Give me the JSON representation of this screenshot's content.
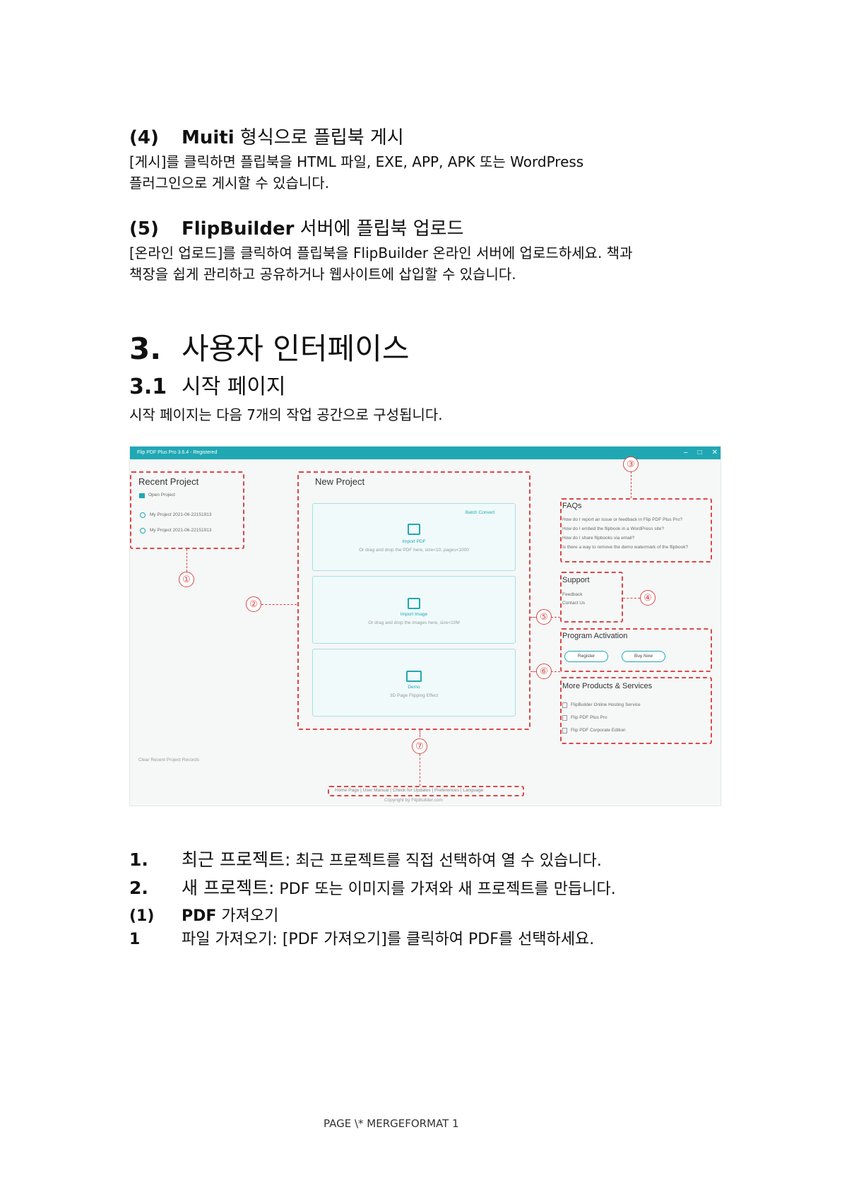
{
  "section4": {
    "number": "(4)",
    "title_bold": "Muiti",
    "title_rest": " 형식으로 플립북 게시",
    "para_line1": "[게시]를 클릭하면 플립북을 HTML 파일, EXE, APP, APK 또는 WordPress",
    "para_line2": "플러그인으로 게시할 수 있습니다."
  },
  "section5": {
    "number": "(5)",
    "title_bold": "FlipBuilder",
    "title_rest": " 서버에 플립북 업로드",
    "para_line1": "[온라인 업로드]를 클릭하여 플립북을 FlipBuilder 온라인 서버에 업로드하세요. 책과",
    "para_line2": "책장을 쉽게 관리하고 공유하거나 웹사이트에 삽입할 수 있습니다."
  },
  "chapter": {
    "number": "3.",
    "title": "사용자 인터페이스"
  },
  "subsection": {
    "number": "3.1",
    "title": "시작 페이지",
    "intro": "시작 페이지는 다음 7개의 작업 공간으로 구성됩니다."
  },
  "screenshot": {
    "window_title": "Flip PDF Plus Pro 3.6.4 - Registered",
    "win_buttons": [
      "–",
      "□",
      "✕"
    ],
    "recent": {
      "title": "Recent Project",
      "open": "Open Project",
      "items": [
        "My Project 2021-06-22151913",
        "My Project 2021-06-22151913"
      ],
      "clear": "Clear Recent Project Records"
    },
    "new_project": {
      "title": "New Project",
      "batch": "Batch Convert",
      "import_pdf": "Import PDF",
      "import_pdf_hint": "Or drag and drop the PDF here, size<10, pages<1000",
      "import_image": "Import Image",
      "import_image_hint": "Or drag and drop the images here, size<10M",
      "demo": "Demo",
      "demo_hint": "3D Page Flipping Effect"
    },
    "faqs": {
      "title": "FAQs",
      "items": [
        "How do I report an issue or feedback in Flip PDF Plus Pro?",
        "How do I embed the flipbook in a WordPress site?",
        "How do I share flipbooks via email?",
        "Is there a way to remove the demo watermark of the flipbook?"
      ]
    },
    "support": {
      "title": "Support",
      "items": [
        "Feedback",
        "Contact Us"
      ]
    },
    "activation": {
      "title": "Program Activation",
      "register": "Register",
      "buy": "Buy Now"
    },
    "more": {
      "title": "More Products & Services",
      "items": [
        "FlipBuilder Online Hosting Service",
        "Flip PDF Plus Pro",
        "Flip PDF Corporate Edition"
      ]
    },
    "footer_links": [
      "Home Page",
      "User Manual",
      "Check for Updates",
      "Preferences",
      "Language"
    ],
    "copyright": "Copyright by FlipBuilder.com",
    "callouts": [
      "①",
      "②",
      "③",
      "④",
      "⑤",
      "⑥",
      "⑦"
    ]
  },
  "list": {
    "item1": {
      "num": "1.",
      "label": "최근 프로젝트:",
      "text": " 최근 프로젝트를 직접 선택하여 열 수 있습니다."
    },
    "item2": {
      "num": "2.",
      "label": "새 프로젝트:",
      "text": " PDF 또는 이미지를 가져와 새 프로젝트를 만듭니다."
    },
    "sub1": {
      "num": "(1)",
      "bold": "PDF",
      "text": " 가져오기"
    },
    "step1": {
      "num": "1",
      "text": "파일 가져오기: [PDF 가져오기]를 클릭하여 PDF를 선택하세요."
    }
  },
  "footer": {
    "text": "PAGE \\* MERGEFORMAT 1"
  }
}
